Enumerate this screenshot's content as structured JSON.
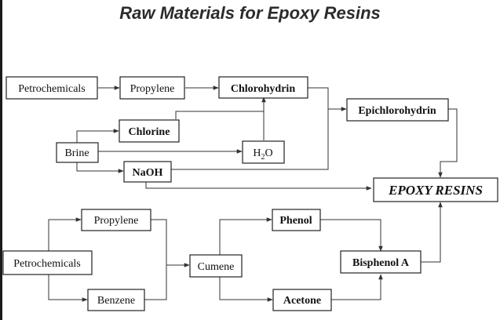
{
  "title": "Raw Materials for Epoxy Resins",
  "nodes": {
    "petrochemicals_top": "Petrochemicals",
    "propylene_top": "Propylene",
    "chlorohydrin": "Chlorohydrin",
    "epichlorohydrin": "Epichlorohydrin",
    "chlorine": "Chlorine",
    "brine": "Brine",
    "h2o_main": "H",
    "h2o_sub": "2",
    "h2o_end": "O",
    "naoh": "NaOH",
    "epoxy_resins": "EPOXY RESINS",
    "propylene_bottom": "Propylene",
    "petrochemicals_bottom": "Petrochemicals",
    "benzene": "Benzene",
    "cumene": "Cumene",
    "phenol": "Phenol",
    "acetone": "Acetone",
    "bisphenol_a": "Bisphenol A"
  },
  "colors": {
    "line": "#333333",
    "text": "#111111",
    "title": "#2b2b2b"
  }
}
